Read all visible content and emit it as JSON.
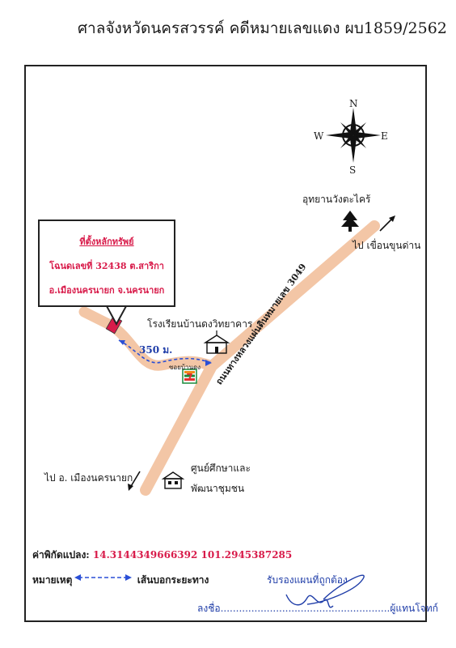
{
  "header": {
    "title": "ศาลจังหวัดนครสวรรค์ คดีหมายเลขแดง ผบ1859/2562"
  },
  "compass": {
    "north": "N",
    "south": "S",
    "east": "E",
    "west": "W"
  },
  "callout": {
    "title": "ที่ตั้งหลักทรัพย์",
    "deed": "โฉนดเลขที่ 32438 ต.สาริกา",
    "district": "อ.เมืองนครนายก  จ.นครนายก"
  },
  "landmarks": {
    "park": "อุทยานวังตะไคร้",
    "dam": "ไป  เขื่อนขุนด่าน",
    "school": "โรงเรียนบ้านดงวิทยาคาร",
    "distance": "350 ม.",
    "alley": "ซอยบ้านดง",
    "road": "ถนนทางหลวงแผ่นดินหมายเลข 3049",
    "center_line1": "ศูนย์ศึกษาและ",
    "center_line2": "พัฒนาชุมชน",
    "city": "ไป  อ. เมืองนครนายก"
  },
  "footer": {
    "coords_label": "ค่าพิกัดแปลง:",
    "coords_value": "14.3144349666392 101.2945387285",
    "legend_label": "หมายเหตุ",
    "legend_text": "เส้นบอกระยะทาง",
    "certify": "รับรองแผนที่ถูกต้อง",
    "sign_prefix": "ลงชื่อ.......................................................",
    "sign_suffix": "ผู้แทนโจทก์"
  },
  "colors": {
    "road": "#f3c6a6",
    "accent_red": "#d81b4a",
    "distance_blue": "#2a4fd6",
    "ink": "#1a1a1a"
  },
  "icons": [
    "compass-rose-icon",
    "tree-icon",
    "school-icon",
    "seven-eleven-icon",
    "community-center-icon",
    "arrow-icon",
    "signature-scribble"
  ]
}
